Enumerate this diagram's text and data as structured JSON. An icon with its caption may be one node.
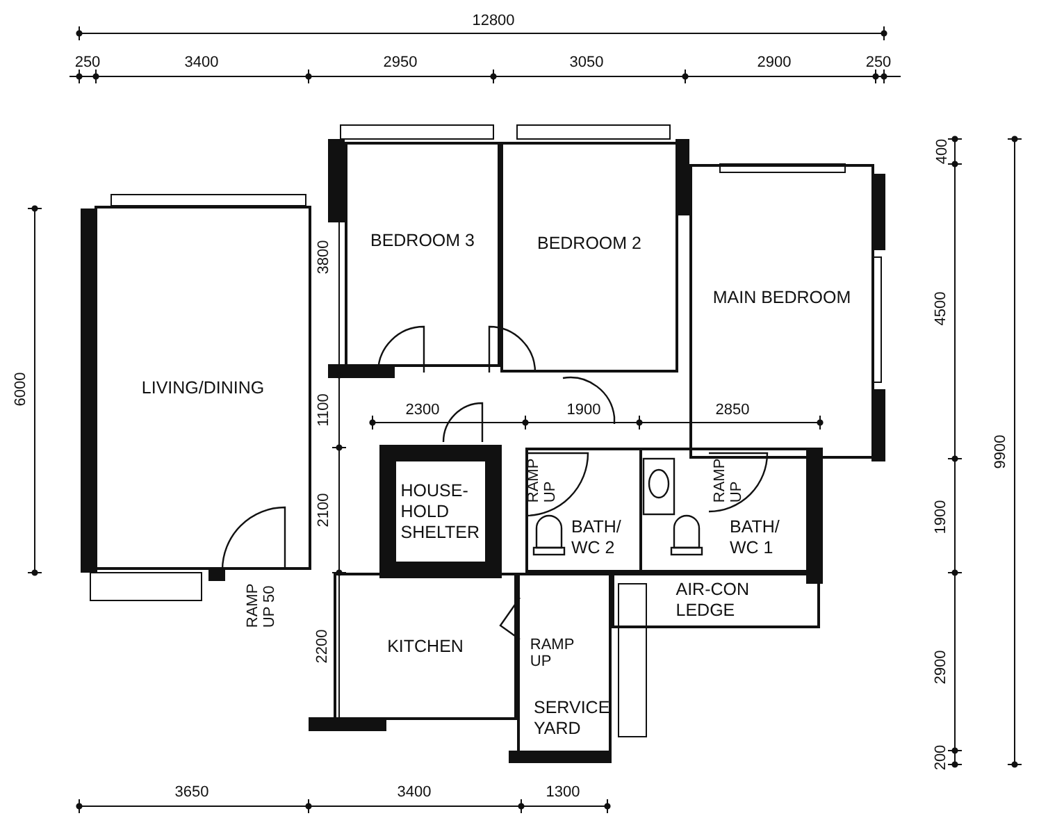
{
  "diagram": {
    "nodes": [
      {
        "text": [
          "LIVING/DINING"
        ]
      },
      {
        "text": [
          "BEDROOM 3"
        ]
      },
      {
        "text": [
          "BEDROOM 2"
        ]
      },
      {
        "text": [
          "MAIN BEDROOM"
        ]
      },
      {
        "text": [
          "HOUSE- HOLD SHELTER"
        ]
      },
      {
        "text": [
          "BATH/ WC 2"
        ]
      },
      {
        "text": [
          "BATH/ WC 1"
        ]
      },
      {
        "text": [
          "AIR-CON LEDGE"
        ]
      },
      {
        "text": [
          "KITCHEN"
        ]
      },
      {
        "text": [
          "SERVICE YARD"
        ]
      }
    ],
    "labels": [
      "12800",
      "250",
      "3400",
      "2950",
      "3050",
      "2900",
      "250",
      "400",
      "3800",
      "4500",
      "9900",
      "6000",
      "1100",
      "2300",
      "1900",
      "2850",
      "RAMP UP",
      "RAMP UP",
      "2100",
      "1900",
      "RAMP UP 50",
      "2200",
      "RAMP UP",
      "2900",
      "200",
      "3650",
      "3400",
      "1300"
    ]
  }
}
